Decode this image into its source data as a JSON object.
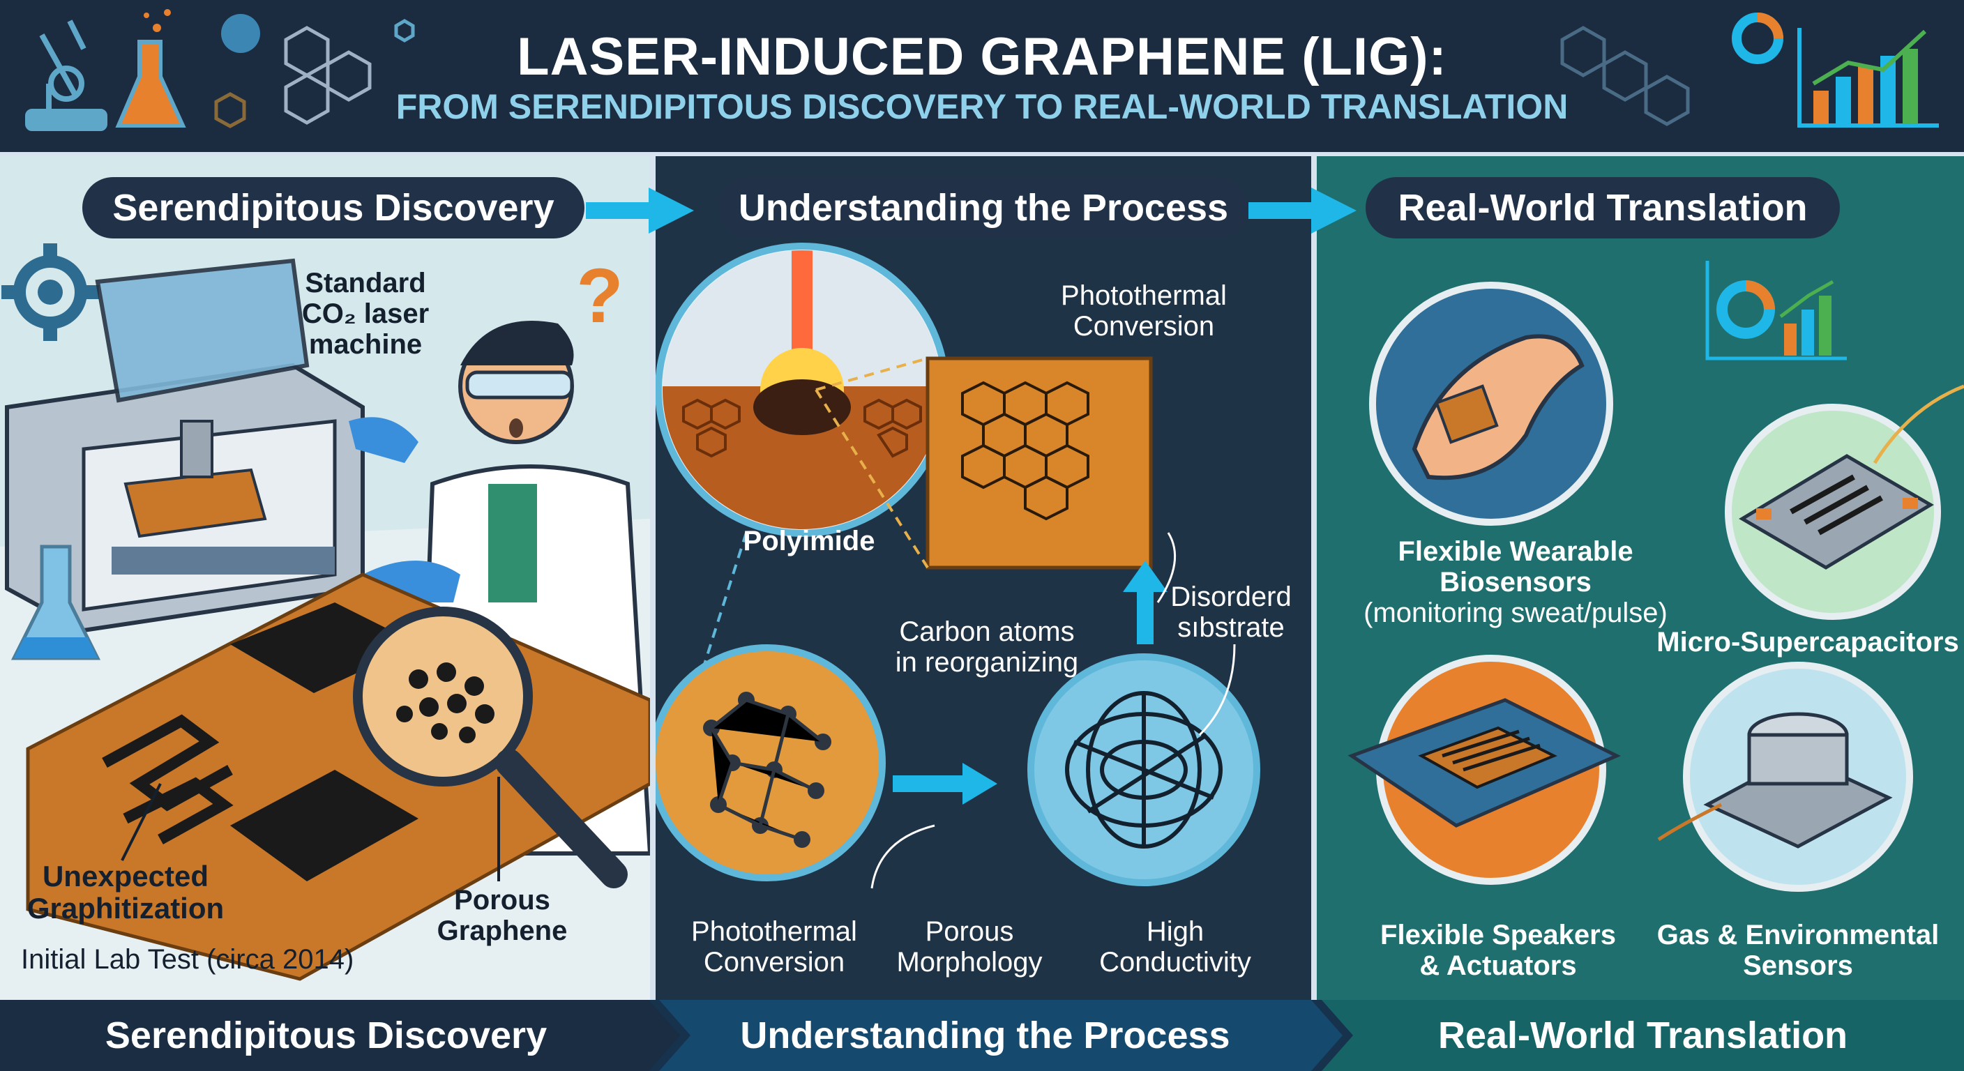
{
  "header": {
    "title": "LASER-INDUCED GRAPHENE (LIG):",
    "subtitle": "FROM SERENDIPITOUS DISCOVERY TO REAL-WORLD TRANSLATION"
  },
  "panel1": {
    "heading": "Serendipitous Discovery",
    "machine_label_line1": "Standard",
    "machine_label_line2": "CO₂ laser",
    "machine_label_line3": "machine",
    "graphitization_label_line1": "Unexpected",
    "graphitization_label_line2": "Graphitization",
    "porous_label_line1": "Porous",
    "porous_label_line2": "Graphene",
    "lab_test_label": "Initial Lab Test (circa 2014)",
    "question_mark": "?"
  },
  "panel2": {
    "heading": "Understanding the Process",
    "photothermal_top_line1": "Photothermal",
    "photothermal_top_line2": "Conversion",
    "polyimide_label": "Polyimide",
    "carbon_label_line1": "Carbon atoms",
    "carbon_label_line2": "in reorganizing",
    "disorderd_label_line1": "Disorderd",
    "disorderd_label_line2": "sıbstrate",
    "photothermal_bottom_line1": "Photothermal",
    "photothermal_bottom_line2": "Conversion",
    "porous_line1": "Porous",
    "porous_line2": "Morphology",
    "high_line1": "High",
    "high_line2": "Conductivity"
  },
  "panel3": {
    "heading": "Real-World Translation",
    "wearable_line1": "Flexible Wearable",
    "wearable_line2": "Biosensors",
    "wearable_line3": "(monitoring sweat/pulse)",
    "supercap_label": "Micro-Supercapacitors",
    "speakers_line1": "Flexible Speakers",
    "speakers_line2": "& Actuators",
    "gas_line1": "Gas & Environmental",
    "gas_line2": "Sensors"
  },
  "footer": {
    "left": "Serendipitous Discovery",
    "middle": "Understanding the Process",
    "right": "Real-World Translation"
  },
  "colors": {
    "navy": "#1b2b40",
    "accent_cyan": "#1fb6e8",
    "orange_substrate": "#d9862a",
    "teal_panel": "#1f6f6e"
  }
}
